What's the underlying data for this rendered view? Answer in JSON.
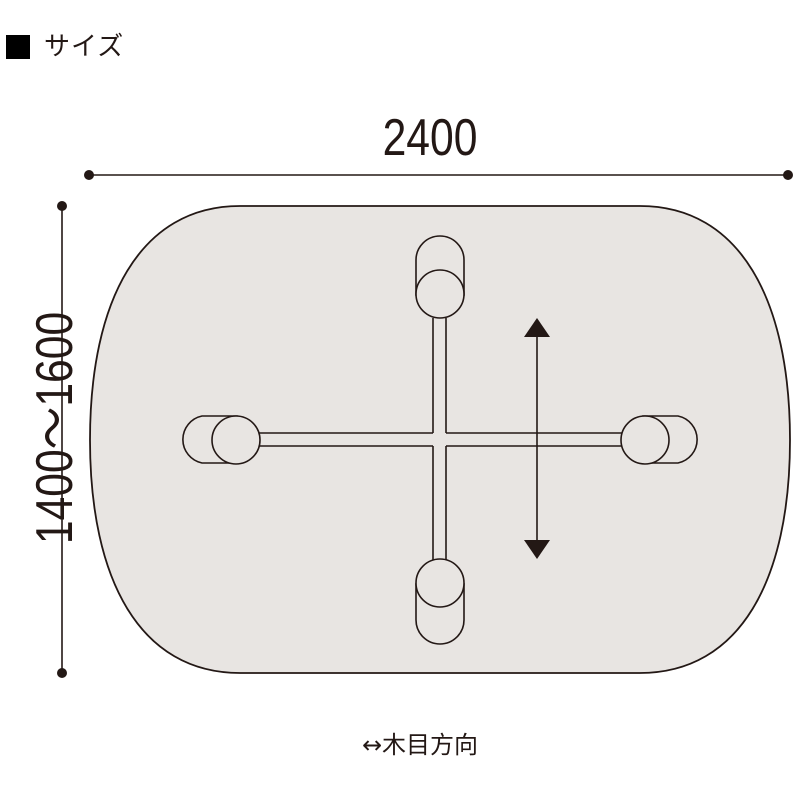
{
  "heading": {
    "icon": "black-square-icon",
    "label": "サイズ"
  },
  "dimensions": {
    "width": "2400",
    "depth": "1400〜1600",
    "unit_note": ""
  },
  "grain_direction": {
    "label": "↔木目方向"
  },
  "colors": {
    "tabletop_fill": "#e8e5e2",
    "line": "#231815",
    "background": "#ffffff"
  },
  "diagram": {
    "shape": "oval-rounded-rectangle table top",
    "base": "four-star cross base with 4 caster feet",
    "arrow": "vertical double-headed arrow (grain direction)"
  }
}
